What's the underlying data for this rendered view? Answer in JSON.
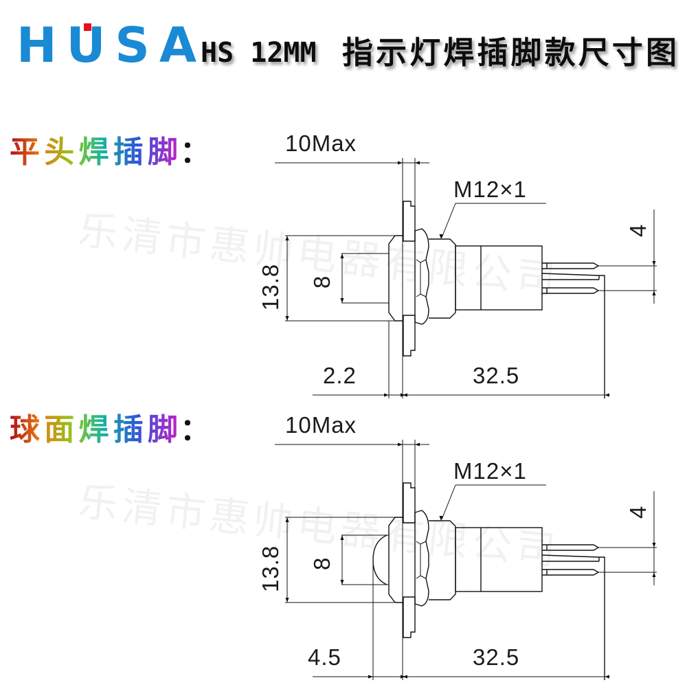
{
  "header": {
    "logo_text": "HUSA",
    "model": "HS 12MM",
    "title_cn": "指示灯焊插脚款尺寸图",
    "colors": {
      "logo_blue": "#1a8ad4",
      "logo_red": "#e8101a"
    }
  },
  "watermark": "乐清市惠帅电器有限公司",
  "drawings": [
    {
      "label": "平头焊插脚",
      "colon": "：",
      "variant": "flat",
      "dims": {
        "max": "10Max",
        "thread": "M12×1",
        "bezel_dia": "13.8",
        "lens_dia": "8",
        "pin_pitch": "4",
        "front": "2.2",
        "length": "32.5"
      }
    },
    {
      "label": "球面焊插脚",
      "colon": "：",
      "variant": "dome",
      "dims": {
        "max": "10Max",
        "thread": "M12×1",
        "bezel_dia": "13.8",
        "lens_dia": "8",
        "pin_pitch": "4",
        "front": "4.5",
        "length": "32.5"
      }
    }
  ]
}
